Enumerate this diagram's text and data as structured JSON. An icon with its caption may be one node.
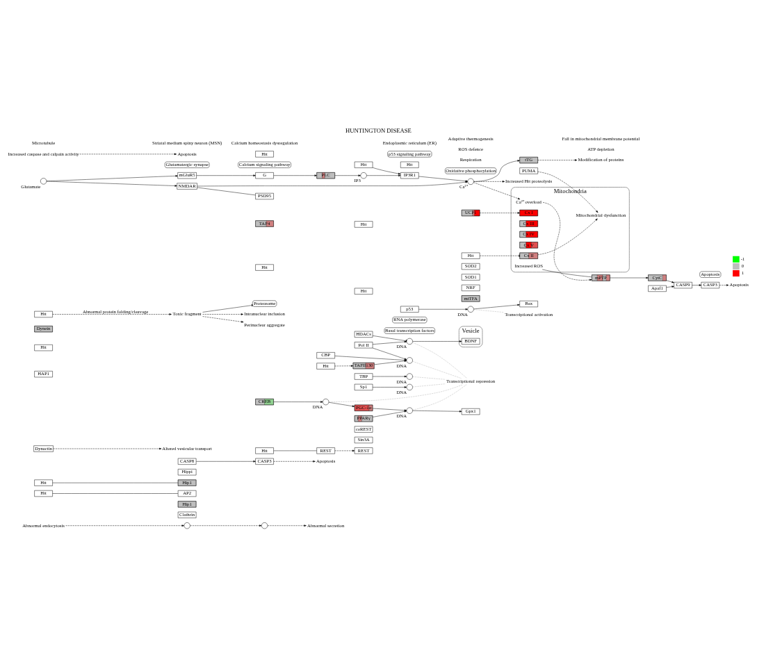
{
  "diagram": {
    "title": "HUNTINGTON DISEASE",
    "nodes": [
      {
        "text": [
          "Abnormal endocytosis"
        ]
      },
      {
        "text": [],
        "shape": "circle"
      },
      {
        "text": [
          "Clathrin"
        ]
      },
      {
        "text": [
          "Hip1"
        ]
      },
      {
        "text": [
          "AP2"
        ]
      },
      {
        "text": [
          "Htt"
        ]
      },
      {
        "text": [],
        "shape": "circle"
      },
      {
        "text": [
          "Abnormal secretion"
        ]
      },
      {
        "text": [
          "Htt"
        ]
      },
      {
        "text": [
          "Hip1"
        ]
      },
      {
        "text": [
          "Hippi"
        ]
      },
      {
        "text": [
          "CASP8"
        ]
      },
      {
        "text": [
          "CASP3"
        ]
      },
      {
        "text": [
          "Apoptosis"
        ]
      },
      {
        "text": [
          "Htt"
        ]
      },
      {
        "text": [
          "REST"
        ]
      },
      {
        "text": [
          "Sin3A"
        ]
      },
      {
        "text": [
          "coREST"
        ]
      },
      {
        "text": [
          "REST"
        ]
      },
      {
        "text": [
          "HDACs"
        ]
      },
      {
        "text": [
          "Vesicle"
        ]
      },
      {
        "text": [
          "BDNF"
        ],
        "in": 20
      },
      {
        "text": [
          "Dynactin"
        ]
      },
      {
        "text": [
          "HAP1"
        ]
      },
      {
        "text": [
          "Htt"
        ]
      },
      {
        "text": [
          "Dynein"
        ]
      },
      {
        "text": [
          "Altered vesicular transport"
        ]
      },
      {
        "text": [
          "Basal transcription factors"
        ]
      },
      {
        "text": [
          "RNA polymerase"
        ]
      },
      {
        "text": [
          "Htt"
        ]
      },
      {
        "text": [
          "Toxic fragment"
        ]
      },
      {
        "text": [
          "Proteasome"
        ]
      },
      {
        "text": [
          "Intranuclear inclusion"
        ]
      },
      {
        "text": [
          "Perinuclear aggregate"
        ]
      },
      {
        "text": [
          "Pol II"
        ]
      },
      {
        "text": [
          "CBP"
        ]
      },
      {
        "text": [
          "Htt"
        ]
      },
      {
        "text": [
          "TAFII130"
        ]
      },
      {
        "text": [
          "TBP"
        ]
      },
      {
        "text": [
          "Htt"
        ]
      },
      {
        "text": [
          "Sp1"
        ]
      },
      {
        "text": [
          "Htt"
        ]
      },
      {
        "text": [
          "CREB"
        ]
      },
      {
        "text": [
          "Htt"
        ]
      },
      {
        "text": [
          "TAF4"
        ]
      },
      {
        "text": [
          "PGC-1α"
        ]
      },
      {
        "text": [
          "PPARγ"
        ]
      },
      {
        "text": [],
        "shape": "circle",
        "beside": [
          "DNA"
        ]
      },
      {
        "text": [],
        "shape": "circle",
        "beside": [
          "DNA"
        ]
      },
      {
        "text": [],
        "shape": "circle",
        "beside": [
          "DNA"
        ]
      },
      {
        "text": [],
        "shape": "circle",
        "beside": [
          "DNA"
        ]
      },
      {
        "text": [],
        "shape": "circle",
        "beside": [
          "DNA"
        ]
      },
      {
        "text": [],
        "shape": "circle",
        "beside": [
          "DNA"
        ]
      },
      {
        "text": [],
        "shape": "circle",
        "beside": [
          "DNA"
        ]
      },
      {
        "text": [
          "Transcriptional repression"
        ]
      },
      {
        "text": [
          "Transcriptional activation"
        ]
      },
      {
        "text": [
          "mtTFA"
        ]
      },
      {
        "text": [
          "NRF"
        ]
      },
      {
        "text": [
          "SOD1"
        ]
      },
      {
        "text": [
          "SOD2"
        ]
      },
      {
        "text": [
          "Gpx1"
        ]
      },
      {
        "text": [
          "UCP1"
        ]
      },
      {
        "text": [
          "p53"
        ]
      },
      {
        "text": [
          "Htt"
        ]
      },
      {
        "text": [
          "p53 signaling pathway"
        ]
      },
      {
        "text": [
          "Bax"
        ]
      },
      {
        "text": [
          "PUMA"
        ]
      },
      {
        "text": [
          "Calcium signaling pathway"
        ]
      },
      {
        "text": [],
        "shape": "circle",
        "beside": [
          "Glutamate"
        ]
      },
      {
        "text": [
          "mGluR5"
        ]
      },
      {
        "text": [
          "G"
        ]
      },
      {
        "text": [
          "PLC"
        ]
      },
      {
        "text": [],
        "shape": "circle",
        "beside": [
          "IP3"
        ]
      },
      {
        "text": [
          "NMDAR"
        ]
      },
      {
        "text": [
          "Glutamatergic synapse"
        ]
      },
      {
        "text": [
          "PSD95"
        ]
      },
      {
        "text": [
          "Htt"
        ]
      },
      {
        "text": [],
        "shape": "circle",
        "beside": [
          "Ca²⁺"
        ]
      },
      {
        "text": [
          "IP3R1"
        ]
      },
      {
        "text": [
          "Htt"
        ]
      },
      {
        "text": [
          "tTG"
        ]
      },
      {
        "text": [
          "Increased Htt proteolysis"
        ]
      },
      {
        "text": [
          "Increased caspase and calpain activity"
        ]
      },
      {
        "text": [
          "Apoptosis"
        ]
      },
      {
        "text": [
          "Modification of proteins"
        ]
      },
      {
        "text": [
          "Oxidative phosphorylation"
        ]
      },
      {
        "text": [
          "Htt"
        ]
      },
      {
        "text": [
          "Mitochondria"
        ]
      },
      {
        "text": [
          "Cx I"
        ],
        "in": 87
      },
      {
        "text": [
          "Cx II"
        ],
        "in": 87
      },
      {
        "text": [
          "Cx III"
        ],
        "in": 87
      },
      {
        "text": [
          "Cx IV"
        ],
        "in": 87
      },
      {
        "text": [
          "Cx V"
        ],
        "in": 87
      },
      {
        "text": [
          "Mitochondrial dysfunction"
        ],
        "in": 87
      },
      {
        "text": [
          "Increased ROS"
        ],
        "in": 87
      },
      {
        "text": [
          "Ca²⁺ overload"
        ],
        "in": 87
      },
      {
        "text": [
          "mPTP"
        ]
      },
      {
        "text": [
          "CytC"
        ]
      },
      {
        "text": [
          "Apaf1"
        ]
      },
      {
        "text": [
          "CASP9"
        ]
      },
      {
        "text": [
          "CASP3"
        ]
      },
      {
        "text": [
          "Apoptosis"
        ]
      },
      {
        "text": [
          "Apoptosis"
        ]
      }
    ],
    "edges": [
      {
        "from": 0,
        "to": 1,
        "arrow": "to",
        "style": "dashed"
      },
      {
        "from": 1,
        "to": 6,
        "arrow": "to",
        "style": "dashed"
      },
      {
        "from": 6,
        "to": 7,
        "arrow": "to",
        "style": "dashed"
      },
      {
        "from": 5,
        "to": 4,
        "arrow": "none"
      },
      {
        "from": 8,
        "to": 9,
        "arrow": "none"
      },
      {
        "from": 11,
        "to": 12,
        "arrow": "to"
      },
      {
        "from": 12,
        "to": 13,
        "arrow": "to",
        "style": "dashed"
      },
      {
        "from": 14,
        "to": 15,
        "arrow": "none"
      },
      {
        "from": 15,
        "to": 18,
        "arrow": "to",
        "style": "dashed"
      },
      {
        "from": 19,
        "to": 47,
        "arrow": "other"
      },
      {
        "from": 34,
        "to": 47,
        "arrow": "to"
      },
      {
        "from": 34,
        "to": 48,
        "arrow": "to"
      },
      {
        "from": 35,
        "to": 48,
        "arrow": "to"
      },
      {
        "from": 36,
        "to": 37,
        "arrow": "to",
        "style": "dashed"
      },
      {
        "from": 37,
        "to": 48,
        "arrow": "to"
      },
      {
        "from": 38,
        "to": 49,
        "arrow": "to"
      },
      {
        "from": 40,
        "to": 50,
        "arrow": "to"
      },
      {
        "from": 42,
        "to": 51,
        "arrow": "to"
      },
      {
        "from": 47,
        "to": 21,
        "arrow": "to"
      },
      {
        "from": 51,
        "to": 45,
        "arrow": "to"
      },
      {
        "from": 45,
        "to": 52,
        "arrow": "to"
      },
      {
        "from": 46,
        "to": 52,
        "arrow": "to"
      },
      {
        "from": 52,
        "to": 60,
        "arrow": "to"
      },
      {
        "from": 62,
        "to": 53,
        "arrow": "to"
      },
      {
        "from": 53,
        "to": 65,
        "arrow": "to"
      },
      {
        "from": 47,
        "to": 54,
        "arrow": "none",
        "style": "dashed",
        "color": "#b4b4b4"
      },
      {
        "from": 48,
        "to": 54,
        "arrow": "none",
        "style": "dashed",
        "color": "#b4b4b4"
      },
      {
        "from": 49,
        "to": 54,
        "arrow": "none",
        "style": "dashed",
        "color": "#b4b4b4"
      },
      {
        "from": 50,
        "to": 54,
        "arrow": "none",
        "style": "dashed",
        "color": "#b4b4b4"
      },
      {
        "from": 51,
        "to": 54,
        "arrow": "none",
        "style": "dashed",
        "color": "#b4b4b4"
      },
      {
        "from": 52,
        "to": 54,
        "arrow": "none",
        "style": "dashed",
        "color": "#b4b4b4"
      },
      {
        "from": 53,
        "to": 55,
        "arrow": "none",
        "style": "dashed",
        "color": "#b4b4b4"
      },
      {
        "from": 22,
        "to": 26,
        "arrow": "to",
        "style": "dashed"
      },
      {
        "from": 29,
        "to": 30,
        "arrow": "to",
        "style": "dashed",
        "label": "Abnormal protein folding/cleavage"
      },
      {
        "from": 30,
        "to": 31,
        "arrow": "other"
      },
      {
        "from": 30,
        "to": 32,
        "arrow": "to",
        "style": "dashed"
      },
      {
        "from": 30,
        "to": 33,
        "arrow": "to",
        "style": "dashed"
      },
      {
        "from": 61,
        "to": 88,
        "arrow": "to",
        "style": "dashed"
      },
      {
        "from": 68,
        "to": 69,
        "arrow": "to"
      },
      {
        "from": 68,
        "to": 73,
        "arrow": "to"
      },
      {
        "from": 69,
        "to": 70,
        "arrow": "to"
      },
      {
        "from": 70,
        "to": 71,
        "arrow": "to"
      },
      {
        "from": 71,
        "to": 72,
        "arrow": "to"
      },
      {
        "from": 72,
        "to": 78,
        "arrow": "to"
      },
      {
        "from": 73,
        "to": 77,
        "arrow": "to"
      },
      {
        "from": 78,
        "to": 77,
        "arrow": "to"
      },
      {
        "from": 79,
        "to": 78,
        "arrow": "to"
      },
      {
        "from": 73,
        "to": 75,
        "arrow": "none"
      },
      {
        "from": 77,
        "to": 80,
        "arrow": "to"
      },
      {
        "from": 77,
        "to": 81,
        "arrow": "to",
        "style": "dashed"
      },
      {
        "from": 77,
        "to": 95,
        "arrow": "to",
        "style": "dashed"
      },
      {
        "from": 80,
        "to": 84,
        "arrow": "to",
        "style": "dashed"
      },
      {
        "from": 82,
        "to": 83,
        "arrow": "to",
        "style": "dashed"
      },
      {
        "from": 86,
        "to": 89,
        "arrow": "other",
        "style": "dashed"
      },
      {
        "from": 89,
        "to": 93,
        "arrow": "to",
        "style": "dashed"
      },
      {
        "from": 66,
        "to": 93,
        "arrow": "to",
        "style": "dashed"
      },
      {
        "from": 95,
        "to": 96,
        "arrow": "to",
        "style": "dashed"
      },
      {
        "from": 94,
        "to": 96,
        "arrow": "none"
      },
      {
        "from": 96,
        "to": 97,
        "arrow": "to"
      },
      {
        "from": 97,
        "to": 99,
        "arrow": "to"
      },
      {
        "from": 98,
        "to": 99,
        "arrow": "to"
      },
      {
        "from": 99,
        "to": 100,
        "arrow": "to"
      },
      {
        "from": 100,
        "to": 102,
        "arrow": "to",
        "style": "dashed"
      }
    ],
    "labels": [
      "Striatal medium spiny neuron (MSN)",
      "Microtubule",
      "Respiration",
      "ROS defence",
      "Adaptive thermogenesis",
      "Calcium homeostasis dysregulation",
      "Endoplasmic reticulum (ER)",
      "ATP depletion",
      "Fall in mitochondrial membrane potential"
    ],
    "legend": [
      {
        "text": "-1",
        "color": "#00ff00"
      },
      {
        "text": "0",
        "color": "#bebebe"
      },
      {
        "text": "1",
        "color": "#ff0000"
      }
    ]
  }
}
